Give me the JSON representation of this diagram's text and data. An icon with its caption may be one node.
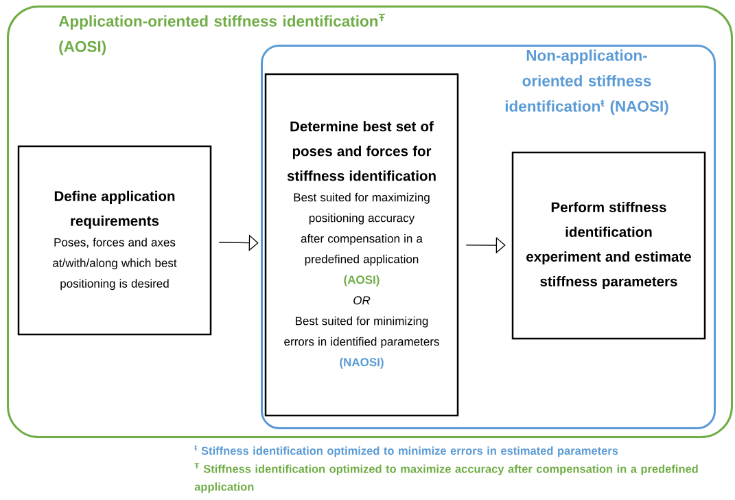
{
  "diagram": {
    "nodes": [
      {
        "text": [
          "Application-oriented stiffness identification$^{Ŧ}$ (AOSI)"
        ]
      },
      {
        "text": [
          "Define application requirements",
          "Poses, forces and axes at/with/along which best positioning is desired"
        ],
        "in": 0
      },
      {
        "text": [
          "Non-application-oriented stiffness identification$^{ŧ}$ (NAOSI)"
        ],
        "in": 0
      },
      {
        "text": [
          "Determine best set of poses and forces for stiffness identification",
          "Best suited for maximizing positioning accuracy after compensation in a predefined application",
          "(AOSI)",
          "OR",
          "Best suited for minimizing errors in identified parameters",
          "(NAOSI)"
        ],
        "in": 2
      },
      {
        "text": [
          "Perform stiffness identification experiment and estimate stiffness parameters"
        ],
        "in": 2
      }
    ],
    "edges": [
      {
        "from": 1,
        "to": 3,
        "arrow": "to"
      },
      {
        "from": 3,
        "to": 4,
        "arrow": "to"
      }
    ],
    "labels": [
      "$^{ŧ}$ Stiffness identification optimized to minimize errors in estimated parameters",
      "$^{Ŧ}$ Stiffness identification optimized to maximize accuracy after compensation in a predefined application"
    ]
  }
}
